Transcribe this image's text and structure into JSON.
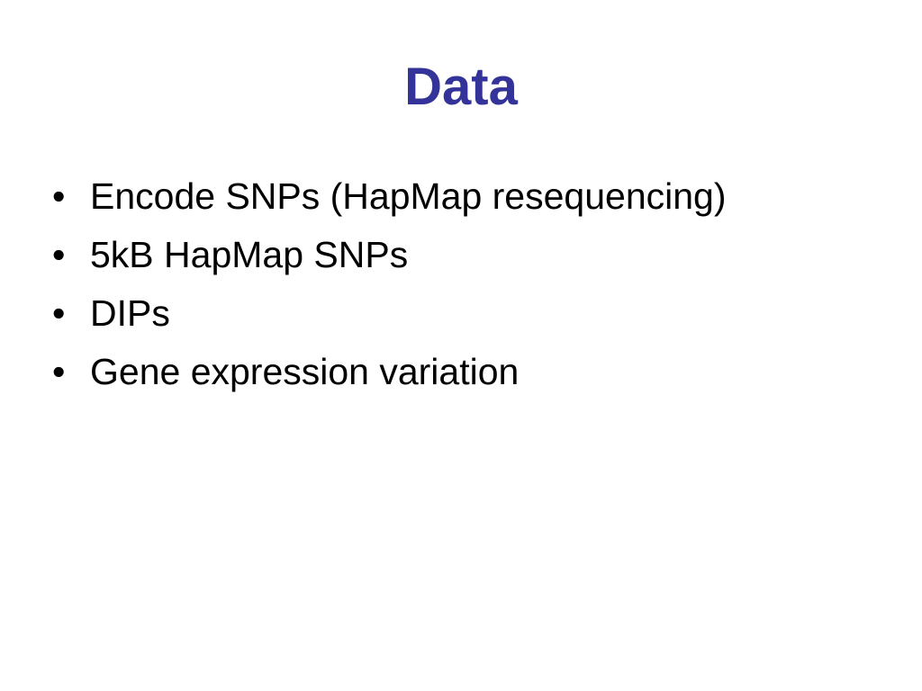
{
  "slide": {
    "title": "Data",
    "bullet_symbol": "•",
    "bullets": [
      "Encode SNPs (HapMap resequencing)",
      "5kB HapMap SNPs",
      "DIPs",
      "Gene expression variation"
    ]
  },
  "colors": {
    "title": "#333399",
    "text": "#000000",
    "background": "#ffffff"
  }
}
